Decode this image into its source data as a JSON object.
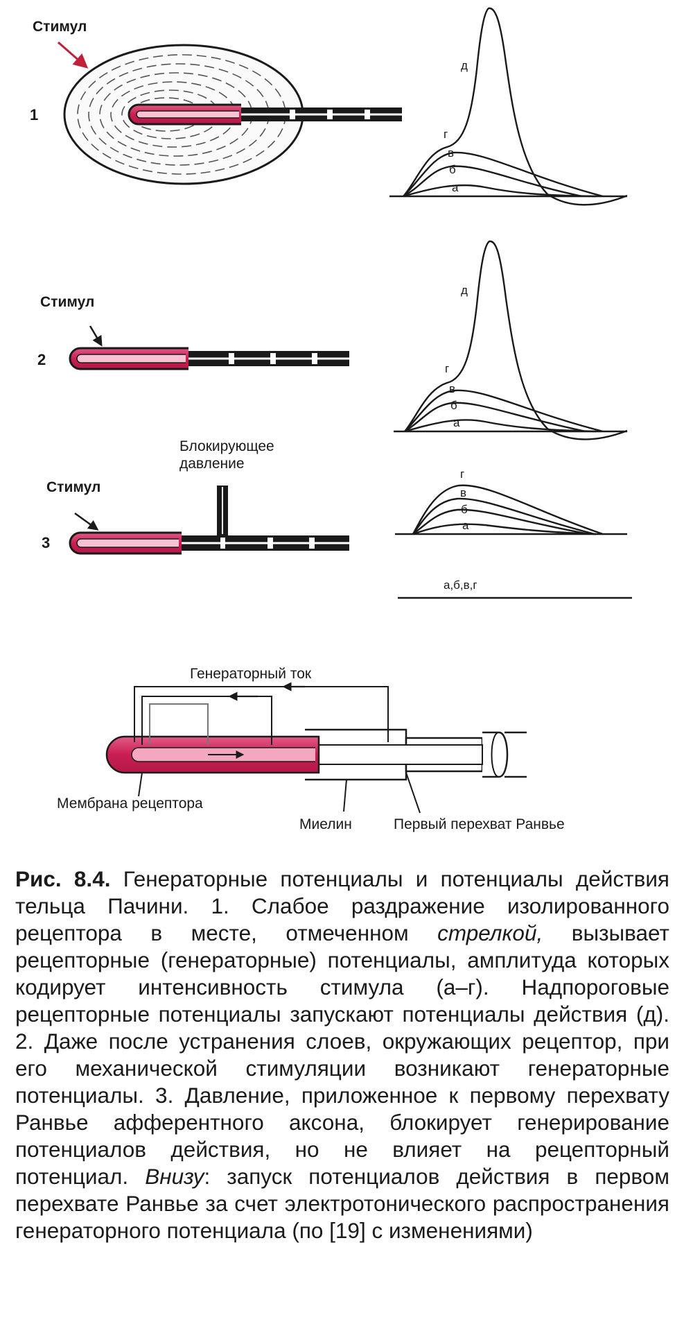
{
  "figure": {
    "panel1": {
      "number": "1",
      "stimulus_label": "Стимул"
    },
    "panel2": {
      "number": "2",
      "stimulus_label": "Стимул"
    },
    "panel3": {
      "number": "3",
      "stimulus_label": "Стимул",
      "block_label_line1": "Блокирующее",
      "block_label_line2": "давление",
      "flat_trace_label": "а,б,в,г"
    },
    "wave_labels": {
      "a": "а",
      "b": "б",
      "v": "в",
      "g": "г",
      "d": "д"
    },
    "bottom": {
      "current_label": "Генераторный ток",
      "membrane_label": "Мембрана рецептора",
      "myelin_label": "Миелин",
      "node_label": "Первый перехват  Ранвье"
    },
    "colors": {
      "receptor": "#cc2d5e",
      "receptor_light": "#f5b8cc",
      "ink": "#1a1a1a"
    }
  },
  "caption": {
    "title": "Рис. 8.4.",
    "s1": "Генераторные потенциалы и потенциалы действия тельца Пачини. 1. Слабое раздражение изолированного рецептора в месте, отмеченном",
    "s1_italic": "стрелкой,",
    "s2": "вызывает рецепторные (генераторные) потенциалы, амплитуда которых кодирует интенсивность стимула (а–г). Надпороговые рецепторные потенциалы запускают потенциалы действия (д). 2. Даже после устранения слоев, окружающих рецептор, при его механической стимуляции возникают генераторные потенциалы. 3. Давление, приложенное к первому перехвату Ранвье афферентного аксона, блокирует генерирование потенциалов действия, но не влияет на рецепторный потенциал.",
    "s3_italic": "Внизу",
    "s3": ": запуск потенциалов действия в первом перехвате Ранвье за счет электротонического распространения генераторного потенциала (по [19] с изменениями)"
  }
}
